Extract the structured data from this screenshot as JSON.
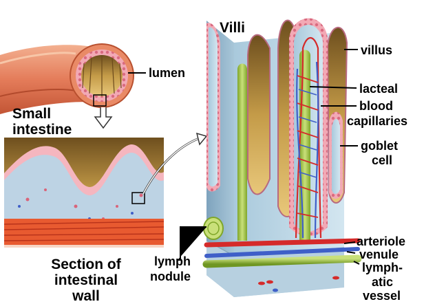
{
  "title": "Villi",
  "regions": {
    "small_intestine": "Small intestine",
    "section": "Section of intestinal wall"
  },
  "labels": {
    "lumen": "lumen",
    "small": "Small",
    "intestine": "intestine",
    "villus": "villus",
    "lacteal": "lacteal",
    "blood": "blood",
    "capillaries": "capillaries",
    "goblet": "goblet",
    "cell": "cell",
    "arteriole": "arteriole",
    "venule": "venule",
    "lymph_a": "lymph-",
    "lymph_b": "atic",
    "vessel": "vessel",
    "lymph_node_a": "lymph",
    "lymph_node_b": "nodule",
    "section_a": "Section of",
    "section_b": "intestinal",
    "section_c": "wall"
  },
  "colors": {
    "epithelium_pink": "#e88a9a",
    "villus_core": "#b9d6e6",
    "lumen_gold": "#b08a3a",
    "lacteal_green": "#a6c84a",
    "blood_red": "#d52a2a",
    "vein_blue": "#3f5fc8",
    "muscle_orange": "#e6643a"
  }
}
